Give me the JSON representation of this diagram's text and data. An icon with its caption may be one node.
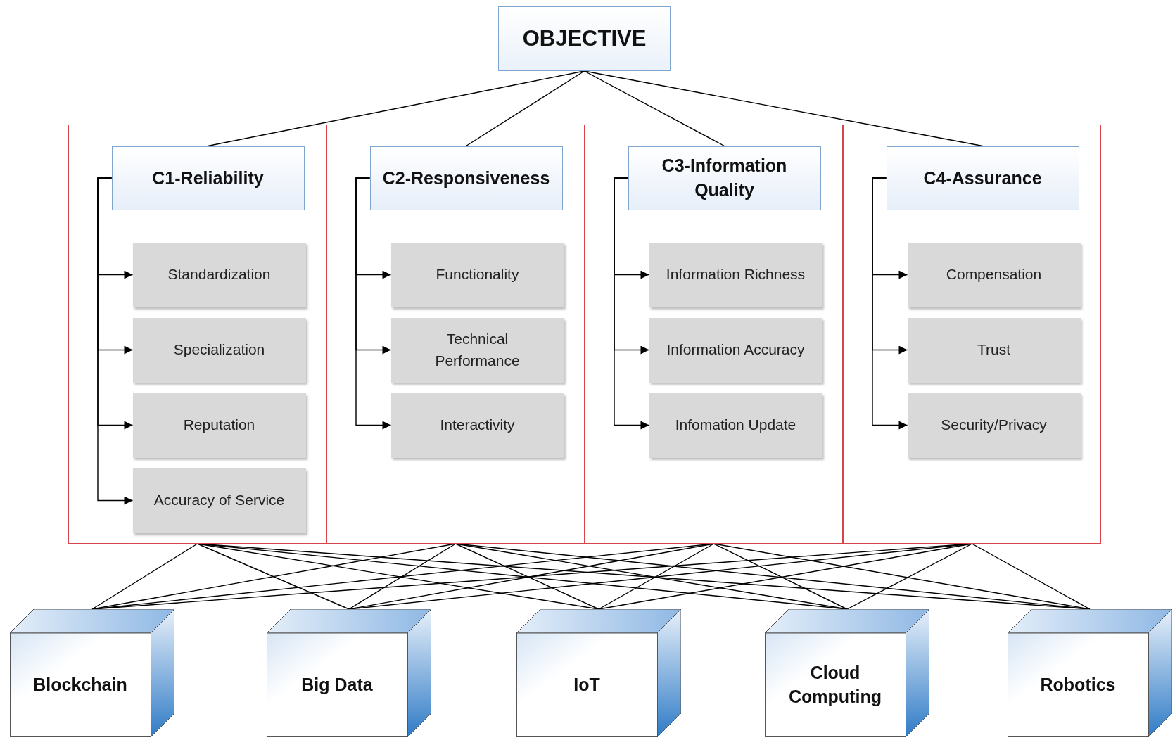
{
  "diagram": {
    "nodes": [
      {
        "text": [
          "OBJECTIVE"
        ]
      },
      {
        "text": [],
        "shape": "box"
      },
      {
        "text": [
          "C1-Reliability"
        ],
        "in": 1
      },
      {
        "text": [
          "Standardization"
        ],
        "in": 1
      },
      {
        "text": [
          "Specialization"
        ],
        "in": 1
      },
      {
        "text": [
          "Reputation"
        ],
        "in": 1
      },
      {
        "text": [
          "Accuracy of Service"
        ],
        "in": 1
      },
      {
        "text": [],
        "shape": "box"
      },
      {
        "text": [
          "C2-Responsiveness"
        ],
        "in": 7
      },
      {
        "text": [
          "Functionality"
        ],
        "in": 7
      },
      {
        "text": [
          "Technical Performance"
        ],
        "in": 7
      },
      {
        "text": [
          "Interactivity"
        ],
        "in": 7
      },
      {
        "text": [],
        "shape": "box"
      },
      {
        "text": [
          "C3-Information Quality"
        ],
        "in": 12
      },
      {
        "text": [
          "Information Richness"
        ],
        "in": 12
      },
      {
        "text": [
          "Information Accuracy"
        ],
        "in": 12
      },
      {
        "text": [
          "Infomation Update"
        ],
        "in": 12
      },
      {
        "text": [],
        "shape": "box"
      },
      {
        "text": [
          "C4-Assurance"
        ],
        "in": 17
      },
      {
        "text": [
          "Compensation"
        ],
        "in": 17
      },
      {
        "text": [
          "Trust"
        ],
        "in": 17
      },
      {
        "text": [
          "Security/Privacy"
        ],
        "in": 17
      },
      {
        "text": [
          "Blockchain"
        ]
      },
      {
        "text": [
          "Big Data"
        ]
      },
      {
        "text": [
          "IoT"
        ]
      },
      {
        "text": [
          "Cloud Computing"
        ]
      },
      {
        "text": [
          "Robotics"
        ]
      }
    ],
    "edges": [
      {
        "from": 0,
        "to": 2,
        "arrow": "none"
      },
      {
        "from": 0,
        "to": 8,
        "arrow": "none"
      },
      {
        "from": 0,
        "to": 13,
        "arrow": "none"
      },
      {
        "from": 0,
        "to": 18,
        "arrow": "none"
      },
      {
        "from": 2,
        "to": 3,
        "arrow": "to"
      },
      {
        "from": 2,
        "to": 4,
        "arrow": "to"
      },
      {
        "from": 2,
        "to": 5,
        "arrow": "to"
      },
      {
        "from": 2,
        "to": 6,
        "arrow": "to"
      },
      {
        "from": 8,
        "to": 9,
        "arrow": "to"
      },
      {
        "from": 8,
        "to": 10,
        "arrow": "to"
      },
      {
        "from": 8,
        "to": 11,
        "arrow": "to"
      },
      {
        "from": 13,
        "to": 14,
        "arrow": "to"
      },
      {
        "from": 13,
        "to": 15,
        "arrow": "to"
      },
      {
        "from": 13,
        "to": 16,
        "arrow": "to"
      },
      {
        "from": 18,
        "to": 19,
        "arrow": "to"
      },
      {
        "from": 18,
        "to": 20,
        "arrow": "to"
      },
      {
        "from": 18,
        "to": 21,
        "arrow": "to"
      },
      {
        "from": 1,
        "to": 22,
        "arrow": "none"
      },
      {
        "from": 1,
        "to": 23,
        "arrow": "none"
      },
      {
        "from": 1,
        "to": 24,
        "arrow": "none"
      },
      {
        "from": 1,
        "to": 25,
        "arrow": "none"
      },
      {
        "from": 1,
        "to": 26,
        "arrow": "none"
      },
      {
        "from": 7,
        "to": 22,
        "arrow": "none"
      },
      {
        "from": 7,
        "to": 23,
        "arrow": "none"
      },
      {
        "from": 7,
        "to": 24,
        "arrow": "none"
      },
      {
        "from": 7,
        "to": 25,
        "arrow": "none"
      },
      {
        "from": 7,
        "to": 26,
        "arrow": "none"
      },
      {
        "from": 12,
        "to": 22,
        "arrow": "none"
      },
      {
        "from": 12,
        "to": 23,
        "arrow": "none"
      },
      {
        "from": 12,
        "to": 24,
        "arrow": "none"
      },
      {
        "from": 12,
        "to": 25,
        "arrow": "none"
      },
      {
        "from": 12,
        "to": 26,
        "arrow": "none"
      },
      {
        "from": 17,
        "to": 22,
        "arrow": "none"
      },
      {
        "from": 17,
        "to": 23,
        "arrow": "none"
      },
      {
        "from": 17,
        "to": 24,
        "arrow": "none"
      },
      {
        "from": 17,
        "to": 25,
        "arrow": "none"
      },
      {
        "from": 17,
        "to": 26,
        "arrow": "none"
      }
    ]
  }
}
